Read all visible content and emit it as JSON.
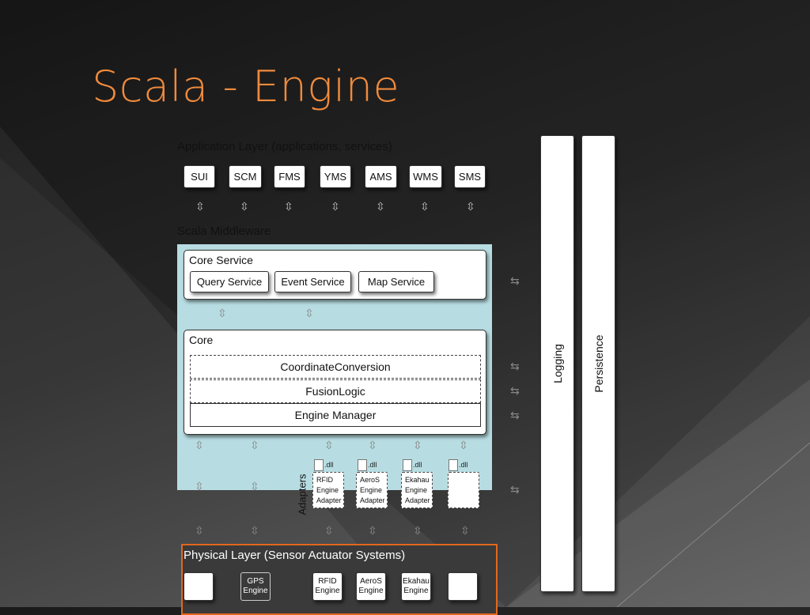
{
  "title": "Scala - Engine",
  "application_layer": {
    "label": "Application Layer (applications, services)",
    "apps": [
      "SUI",
      "SCM",
      "FMS",
      "YMS",
      "AMS",
      "WMS",
      "SMS"
    ]
  },
  "middleware": {
    "label": "Scala Middleware",
    "core_service": {
      "title": "Core Service",
      "services": [
        "Query Service",
        "Event Service",
        "Map Service"
      ]
    },
    "core": {
      "title": "Core",
      "coordinate_conversion": "CoordinateConversion",
      "fusion_logic": "FusionLogic",
      "engine_manager": "Engine Manager"
    },
    "adapters_label": "Adapters",
    "dll_label": ".dll",
    "adapters": [
      {
        "lines": [
          "RFID",
          "Engine",
          "Adapter"
        ]
      },
      {
        "lines": [
          "AeroS",
          "Engine",
          "Adapter"
        ]
      },
      {
        "lines": [
          "Ekahau",
          "Engine",
          "Adapter"
        ]
      },
      {
        "lines": []
      }
    ]
  },
  "side_bars": {
    "logging": "Logging",
    "persistence": "Persistence"
  },
  "physical_layer": {
    "label": "Physical Layer (Sensor Actuator Systems)",
    "engines": [
      {
        "lines": []
      },
      {
        "lines": [
          "GPS",
          "Engine"
        ]
      },
      {
        "lines": [
          "RFID",
          "Engine"
        ]
      },
      {
        "lines": [
          "AeroS",
          "Engine"
        ]
      },
      {
        "lines": [
          "Ekahau",
          "Engine"
        ]
      },
      {
        "lines": []
      }
    ]
  },
  "icons": {
    "arrow": "up-down-arrow-icon",
    "file": "dll-file-icon"
  },
  "colors": {
    "title": "#f08a3c",
    "middleware_bg": "#b7dde2",
    "physical_border": "#e2671e"
  }
}
